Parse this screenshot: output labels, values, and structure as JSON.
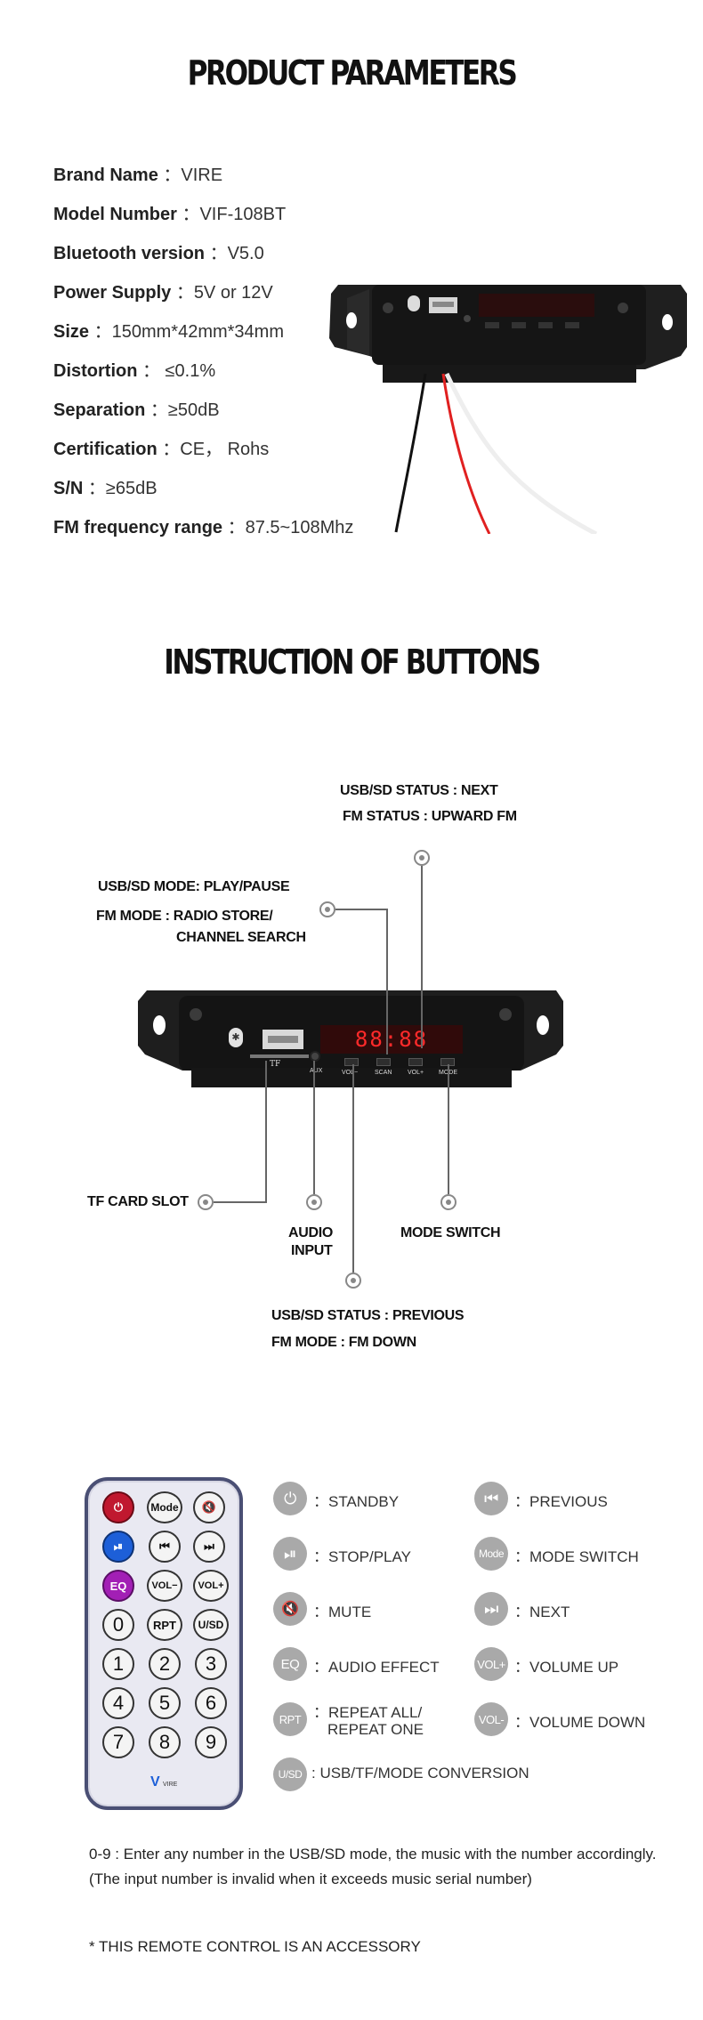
{
  "section1": {
    "title": "PRODUCT PARAMETERS",
    "params": [
      {
        "key": "Brand Name",
        "value": "VIRE"
      },
      {
        "key": "Model Number",
        "value": "VIF-108BT"
      },
      {
        "key": "Bluetooth version",
        "value": "V5.0"
      },
      {
        "key": "Power Supply",
        "value": "5V or 12V"
      },
      {
        "key": "Size",
        "value": "150mm*42mm*34mm"
      },
      {
        "key": "Distortion",
        "value": " ≤0.1%"
      },
      {
        "key": "Separation",
        "value": "≥50dB"
      },
      {
        "key": "Certification",
        "value": "CE， Rohs"
      },
      {
        "key": "S/N",
        "value": "≥65dB"
      },
      {
        "key": "FM frequency range",
        "value": "87.5~108Mhz"
      }
    ],
    "colon": "："
  },
  "section2": {
    "title": "INSTRUCTION OF BUTTONS",
    "display_text": "88:88",
    "panel_labels": {
      "tf": "TF",
      "aux": "AUX",
      "vol_down": "VOL−",
      "scan": "SCAN",
      "vol_up": "VOL+",
      "mode": "MODE"
    },
    "callouts": {
      "next_line1": "USB/SD STATUS : NEXT",
      "next_line2": "FM STATUS : UPWARD FM",
      "play_line1": "USB/SD MODE: PLAY/PAUSE",
      "play_line2": "FM MODE : RADIO STORE/",
      "play_line3": "CHANNEL SEARCH",
      "tf_slot": "TF CARD SLOT",
      "audio_line1": "AUDIO",
      "audio_line2": "INPUT",
      "mode_switch": "MODE SWITCH",
      "prev_line1": "USB/SD STATUS : PREVIOUS",
      "prev_line2": "FM  MODE : FM DOWN"
    }
  },
  "remote": {
    "buttons": [
      "Mode",
      "VOL−",
      "VOL+",
      "0",
      "RPT",
      "U/SD",
      "1",
      "2",
      "3",
      "4",
      "5",
      "6",
      "7",
      "8",
      "9",
      "EQ"
    ],
    "brand": "VIRE"
  },
  "legend": [
    {
      "icon": "power-icon",
      "symbol": "⏻",
      "text": "STANDBY"
    },
    {
      "icon": "previous-icon",
      "symbol": "⏮",
      "text": "PREVIOUS"
    },
    {
      "icon": "play-pause-icon",
      "symbol": "⏯",
      "text": "STOP/PLAY"
    },
    {
      "icon": "mode-icon",
      "symbol": "Mode",
      "text": "MODE SWITCH"
    },
    {
      "icon": "mute-icon",
      "symbol": "🔇",
      "text": "MUTE"
    },
    {
      "icon": "next-icon",
      "symbol": "⏭",
      "text": "NEXT"
    },
    {
      "icon": "eq-icon",
      "symbol": "EQ",
      "text": "AUDIO EFFECT"
    },
    {
      "icon": "vol-up-icon",
      "symbol": "VOL+",
      "text": "VOLUME UP"
    },
    {
      "icon": "rpt-icon",
      "symbol": "RPT",
      "text": "REPEAT ALL/"
    },
    {
      "icon": "vol-down-icon",
      "symbol": "VOL-",
      "text": "VOLUME DOWN"
    },
    {
      "icon": "usd-icon",
      "symbol": "U/SD",
      "text": ": USB/TF/MODE CONVERSION"
    }
  ],
  "legend_extra": "REPEAT ONE",
  "legend_colon": "：",
  "notes": {
    "line1": "0-9 : Enter any number in the USB/SD mode, the  music with the number accordingly.",
    "line2": "(The input number is invalid when it exceeds music serial number)",
    "accessory": "* THIS REMOTE CONTROL IS AN ACCESSORY"
  },
  "colors": {
    "display_red": "#ff2a2a",
    "legend_gray": "#a9a9a9",
    "remote_border": "#4a4f74"
  }
}
